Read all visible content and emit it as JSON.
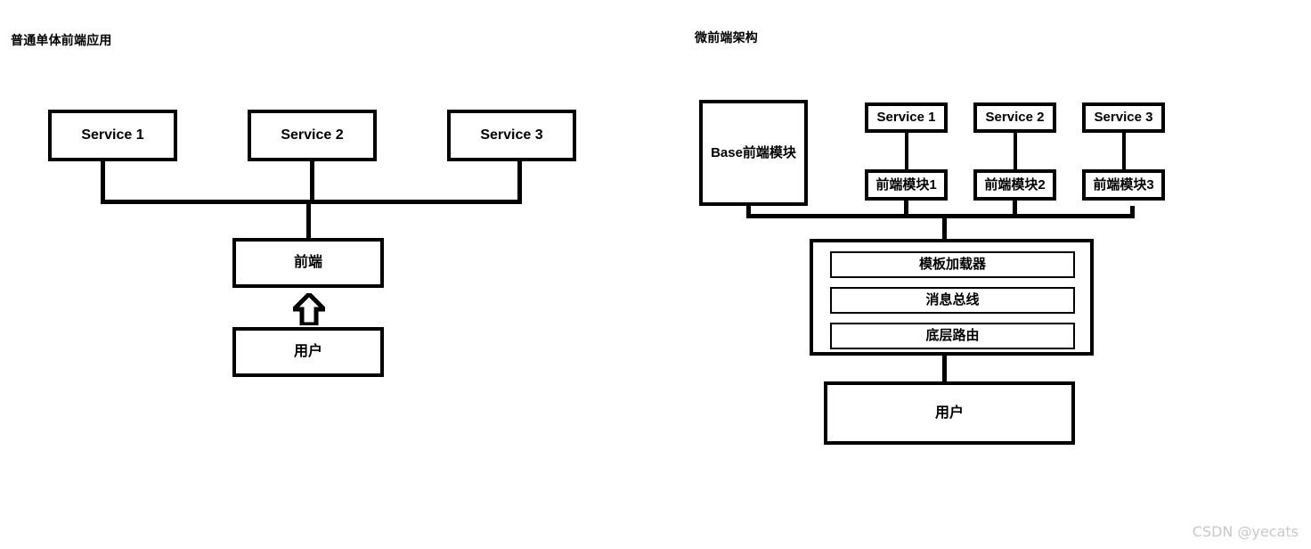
{
  "watermark": "CSDN @yecats",
  "colors": {
    "stroke": "#000000",
    "background": "#ffffff",
    "watermark": "#c8c8c8"
  },
  "left_panel": {
    "title": "普通单体前端应用",
    "services": [
      {
        "label": "Service 1"
      },
      {
        "label": "Service 2"
      },
      {
        "label": "Service 3"
      }
    ],
    "frontend": {
      "label": "前端"
    },
    "user": {
      "label": "用户"
    },
    "arrow": {
      "name": "up-block-arrow",
      "direction": "up"
    }
  },
  "right_panel": {
    "title": "微前端架构",
    "base_module": {
      "label": "Base前端模块"
    },
    "services": [
      {
        "label": "Service 1"
      },
      {
        "label": "Service 2"
      },
      {
        "label": "Service 3"
      }
    ],
    "frontend_modules": [
      {
        "label": "前端模块1"
      },
      {
        "label": "前端模块2"
      },
      {
        "label": "前端模块3"
      }
    ],
    "platform": {
      "items": [
        {
          "label": "模板加载器"
        },
        {
          "label": "消息总线"
        },
        {
          "label": "底层路由"
        }
      ]
    },
    "user": {
      "label": "用户"
    }
  }
}
